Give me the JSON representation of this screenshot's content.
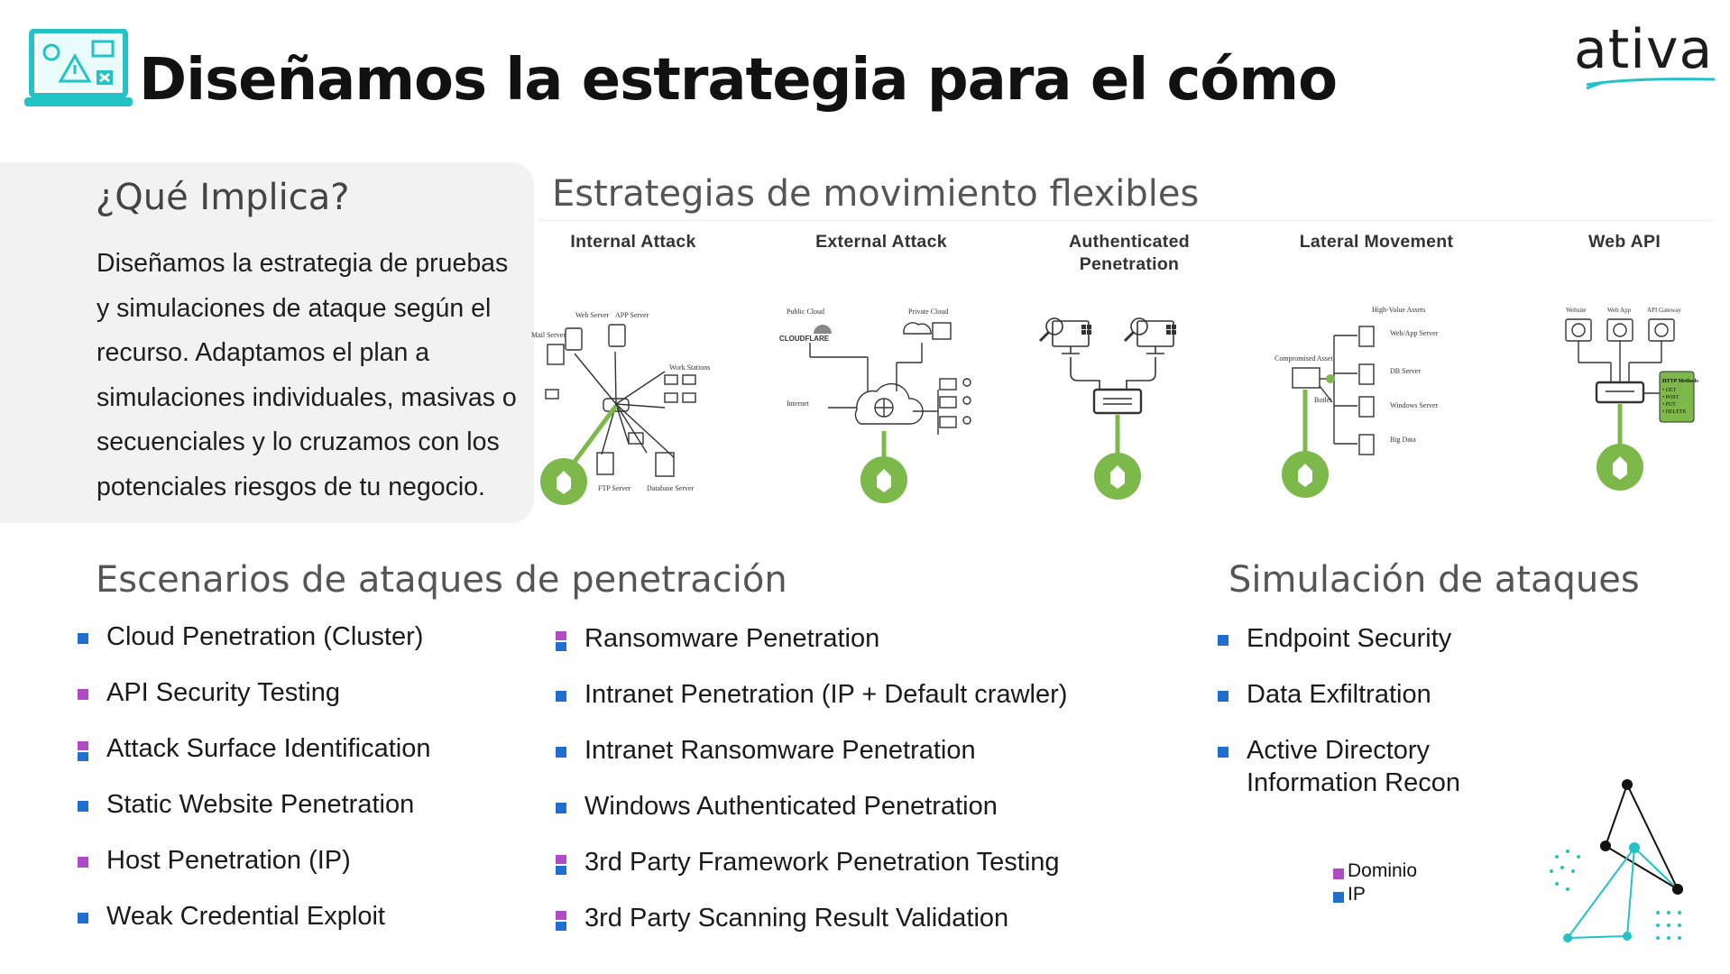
{
  "header": {
    "title": "Diseñamos la estrategia para el cómo",
    "logo_text": "ativa"
  },
  "implica": {
    "title": "¿Qué Implica?",
    "body": "Diseñamos la estrategia de pruebas y simulaciones de ataque según el recurso. Adaptamos el plan a simulaciones individuales, masivas o secuenciales y lo cruzamos con los potenciales riesgos de tu negocio."
  },
  "estrategias": {
    "title": "Estrategias de movimiento flexibles",
    "items": [
      {
        "label": "Internal Attack",
        "diagram_labels": [
          "Web Server",
          "APP Server",
          "Mail Server",
          "Work Stations",
          "FTP Server",
          "Database Server"
        ]
      },
      {
        "label": "External Attack",
        "diagram_labels": [
          "Public Cloud",
          "Private Cloud",
          "CLOUDFLARE",
          "Internet"
        ]
      },
      {
        "label": "Authenticated Penetration",
        "diagram_labels": []
      },
      {
        "label": "Lateral Movement",
        "diagram_labels": [
          "High-Value Assets",
          "Web/App Server",
          "DB Server",
          "Windows Server",
          "Big Data",
          "Compromised Asset",
          "Botlet"
        ]
      },
      {
        "label": "Web API",
        "diagram_labels": [
          "Website",
          "Web App",
          "API Gateway",
          "HTTP Methods",
          "• GET",
          "• POST",
          "• PUT",
          "• DELETE"
        ]
      }
    ]
  },
  "escenarios": {
    "title": "Escenarios de ataques de penetración",
    "col1": [
      {
        "text": "Cloud Penetration (Cluster)",
        "type": "blue"
      },
      {
        "text": "API Security Testing",
        "type": "purple"
      },
      {
        "text": "Attack Surface Identification",
        "type": "both"
      },
      {
        "text": "Static Website Penetration",
        "type": "blue"
      },
      {
        "text": "Host Penetration (IP)",
        "type": "purple"
      },
      {
        "text": "Weak Credential Exploit",
        "type": "blue"
      }
    ],
    "col2": [
      {
        "text": "Ransomware Penetration",
        "type": "both"
      },
      {
        "text": "Intranet Penetration (IP + Default crawler)",
        "type": "blue"
      },
      {
        "text": "Intranet Ransomware Penetration",
        "type": "blue"
      },
      {
        "text": "Windows Authenticated Penetration",
        "type": "blue"
      },
      {
        "text": "3rd Party Framework Penetration Testing",
        "type": "both"
      },
      {
        "text": "3rd Party Scanning Result Validation",
        "type": "both"
      }
    ]
  },
  "simulacion": {
    "title": "Simulación de ataques",
    "items": [
      {
        "text": "Endpoint Security",
        "type": "blue"
      },
      {
        "text": "Data Exfiltration",
        "type": "blue"
      },
      {
        "text": "Active Directory",
        "type": "blue"
      },
      {
        "text": "Information Recon",
        "type": "none"
      }
    ]
  },
  "legend": {
    "items": [
      {
        "label": "Dominio",
        "color": "#b04ac6"
      },
      {
        "label": "IP",
        "color": "#1f6fd1"
      }
    ]
  },
  "colors": {
    "teal": "#23c2c7",
    "green": "#7cb84a",
    "blue_bullet": "#1f6fd1",
    "purple_bullet": "#b04ac6"
  }
}
